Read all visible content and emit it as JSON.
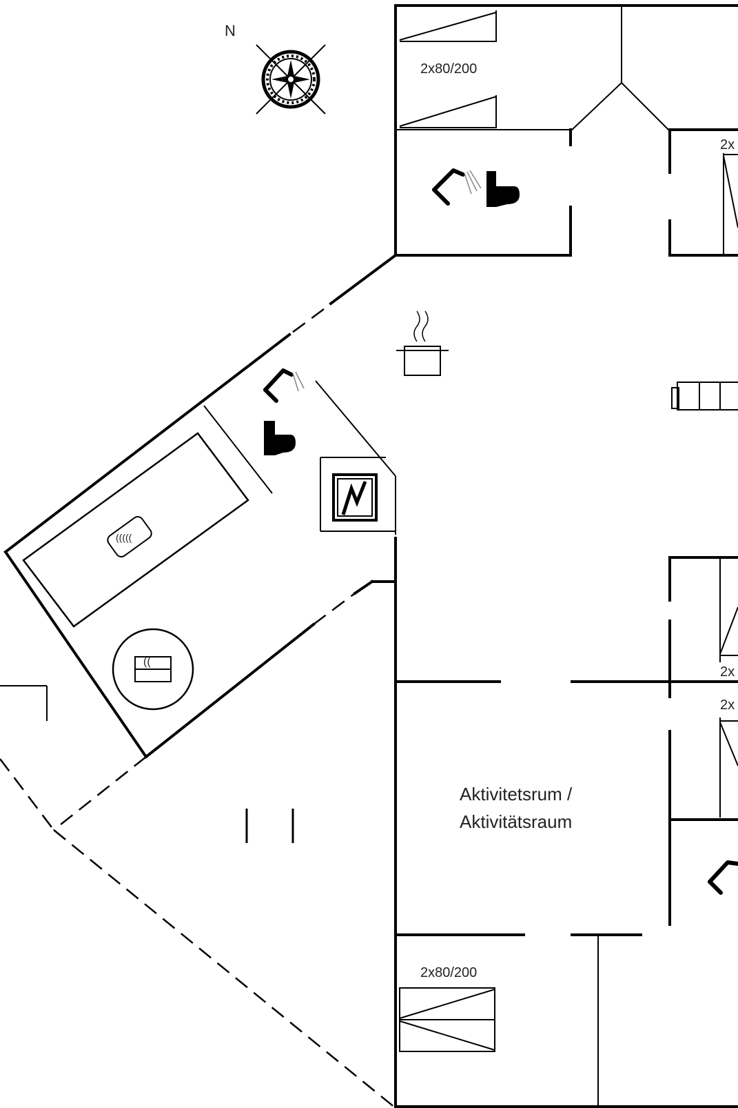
{
  "compass": {
    "north_label": "N",
    "icon": "compass-rose-icon"
  },
  "rooms": {
    "activity_room_line1": "Aktivitetsrum /",
    "activity_room_line2": "Aktivitätsraum"
  },
  "beds": {
    "top_left": "2x80/200",
    "bottom_left": "2x80/200",
    "right_upper": "2x",
    "right_mid_a": "2x",
    "right_mid_b": "2x"
  },
  "fixtures": {
    "spa": "(((((",
    "sauna": "((",
    "pool_icon": "pool-icon",
    "toilet_icon": "toilet-icon",
    "shower_icon": "shower-icon",
    "kitchen_icon": "cooking-pot-icon",
    "sofa_icon": "sofa-icon",
    "washer_icon": "washing-machine-icon"
  },
  "colors": {
    "lines": "#000000",
    "background": "#ffffff"
  }
}
